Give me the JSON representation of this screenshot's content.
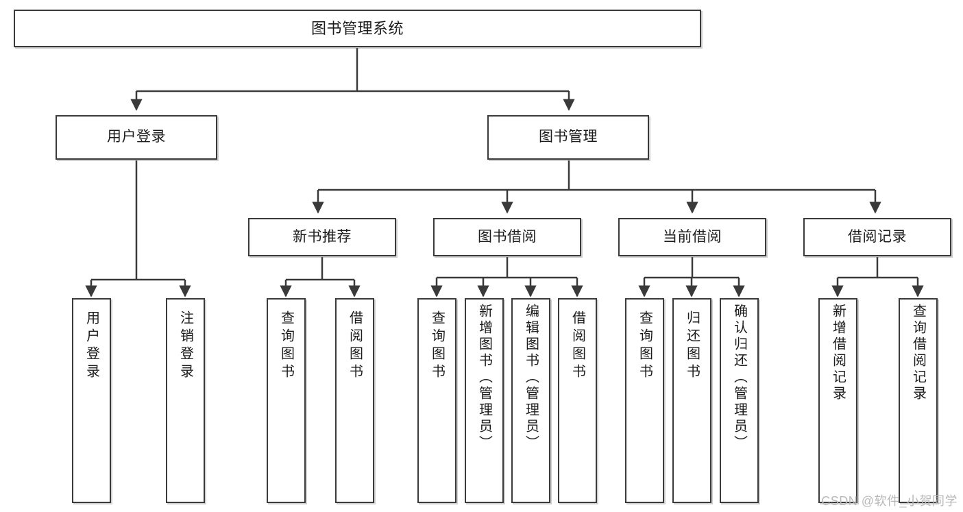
{
  "diagram": {
    "title": "图书管理系统",
    "type": "tree-structure-chart",
    "colors": {
      "node_border": "#3a3a3a",
      "node_fill": "#ffffff",
      "edge": "#3a3a3a",
      "text": "#1c1c1c",
      "watermark": "#b9b9b9"
    },
    "nodes": {
      "root": {
        "label": "图书管理系统"
      },
      "level2": [
        {
          "id": "user-login",
          "label": "用户登录"
        },
        {
          "id": "book-manage",
          "label": "图书管理"
        }
      ],
      "level3": [
        {
          "id": "new-book-recommend",
          "label": "新书推荐"
        },
        {
          "id": "book-borrow",
          "label": "图书借阅"
        },
        {
          "id": "current-borrow",
          "label": "当前借阅"
        },
        {
          "id": "borrow-record",
          "label": "借阅记录"
        }
      ],
      "leaves": {
        "user-login": [
          {
            "id": "leaf-user-login",
            "label": "用户登录"
          },
          {
            "id": "leaf-logout-login",
            "label": "注销登录"
          }
        ],
        "new-book-recommend": [
          {
            "id": "leaf-query-book-1",
            "label": "查询图书"
          },
          {
            "id": "leaf-borrow-book-1",
            "label": "借阅图书"
          }
        ],
        "book-borrow": [
          {
            "id": "leaf-query-book-2",
            "label": "查询图书"
          },
          {
            "id": "leaf-add-book",
            "label": "新增图书（管理员）"
          },
          {
            "id": "leaf-edit-book",
            "label": "编辑图书（管理员）"
          },
          {
            "id": "leaf-borrow-book-2",
            "label": "借阅图书"
          }
        ],
        "current-borrow": [
          {
            "id": "leaf-query-book-3",
            "label": "查询图书"
          },
          {
            "id": "leaf-return-book",
            "label": "归还图书"
          },
          {
            "id": "leaf-confirm-return",
            "label": "确认归还（管理员）"
          }
        ],
        "borrow-record": [
          {
            "id": "leaf-add-record",
            "label": "新增借阅记录"
          },
          {
            "id": "leaf-query-record",
            "label": "查询借阅记录"
          }
        ]
      }
    },
    "watermark": "CSDN @软件_小贺同学"
  }
}
